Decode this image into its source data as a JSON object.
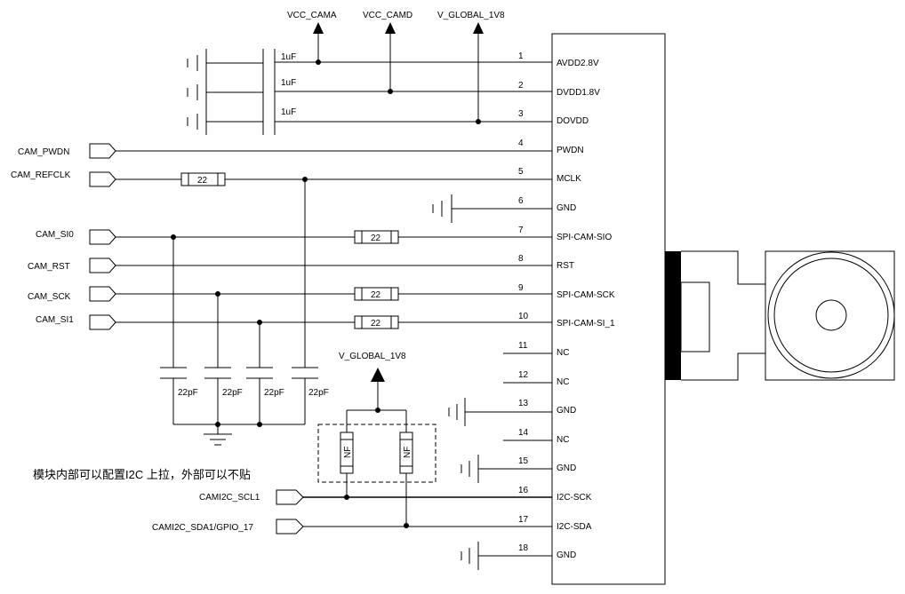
{
  "power_rails": {
    "vcc_cama": "VCC_CAMA",
    "vcc_camd": "VCC_CAMD",
    "v_global_top": "V_GLOBAL_1V8",
    "v_global_pullup": "V_GLOBAL_1V8"
  },
  "caps": {
    "decoupling": [
      "1uF",
      "1uF",
      "1uF"
    ],
    "filter": [
      "22pF",
      "22pF",
      "22pF",
      "22pF"
    ]
  },
  "resistors": {
    "mclk": "22",
    "sio": "22",
    "sck": "22",
    "si1": "22",
    "pullup_scl": "NF",
    "pullup_sda": "NF"
  },
  "nets": {
    "cam_pwdn": "CAM_PWDN",
    "cam_refclk": "CAM_REFCLK",
    "cam_si0": "CAM_SI0",
    "cam_rst": "CAM_RST",
    "cam_sck": "CAM_SCK",
    "cam_si1": "CAM_SI1",
    "cami2c_scl1": "CAMI2C_SCL1",
    "cami2c_sda1": "CAMI2C_SDA1/GPIO_17"
  },
  "pins": [
    {
      "num": "1",
      "name": "AVDD2.8V"
    },
    {
      "num": "2",
      "name": "DVDD1.8V"
    },
    {
      "num": "3",
      "name": "DOVDD"
    },
    {
      "num": "4",
      "name": "PWDN"
    },
    {
      "num": "5",
      "name": "MCLK"
    },
    {
      "num": "6",
      "name": "GND"
    },
    {
      "num": "7",
      "name": "SPI-CAM-SIO"
    },
    {
      "num": "8",
      "name": "RST"
    },
    {
      "num": "9",
      "name": "SPI-CAM-SCK"
    },
    {
      "num": "10",
      "name": "SPI-CAM-SI_1"
    },
    {
      "num": "11",
      "name": "NC"
    },
    {
      "num": "12",
      "name": "NC"
    },
    {
      "num": "13",
      "name": "GND"
    },
    {
      "num": "14",
      "name": "NC"
    },
    {
      "num": "15",
      "name": "GND"
    },
    {
      "num": "16",
      "name": "I2C-SCK"
    },
    {
      "num": "17",
      "name": "I2C-SDA"
    },
    {
      "num": "18",
      "name": "GND"
    }
  ],
  "note": "模块内部可以配置I2C 上拉，外部可以不贴"
}
